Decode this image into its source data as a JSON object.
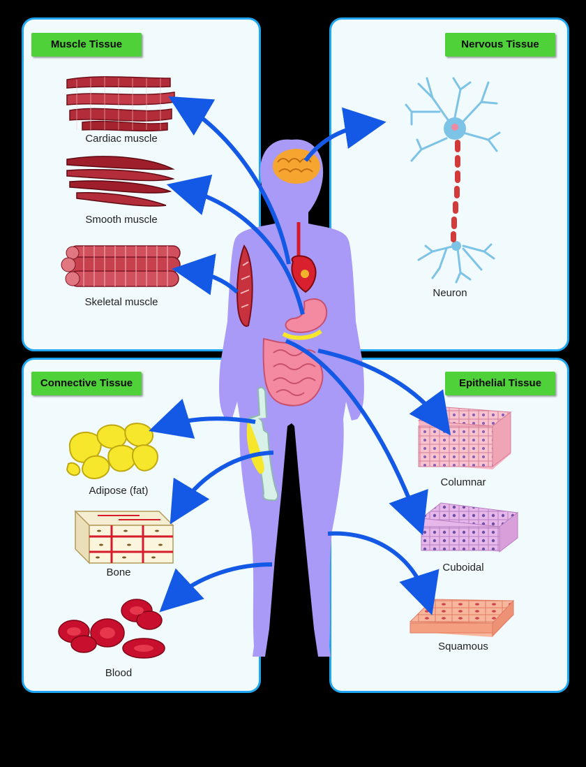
{
  "panels": {
    "muscle": {
      "title": "Muscle Tissue",
      "items": [
        "Cardiac muscle",
        "Smooth muscle",
        "Skeletal muscle"
      ]
    },
    "nervous": {
      "title": "Nervous Tissue",
      "items": [
        "Neuron"
      ]
    },
    "connective": {
      "title": "Connective Tissue",
      "items": [
        "Adipose (fat)",
        "Bone",
        "Blood"
      ]
    },
    "epithelial": {
      "title": "Epithelial Tissue",
      "items": [
        "Columnar",
        "Cuboidal",
        "Squamous"
      ]
    }
  },
  "colors": {
    "panel_fill": "#f1fafd",
    "panel_border": "#1fa6f0",
    "tag_green": "#4fd13a",
    "body_purple": "#a99af7",
    "arrow_blue": "#1459e6",
    "muscle_red": "#b22c3a",
    "neuron_blue": "#7dc3e6",
    "fat_yellow": "#f6e62c",
    "blood_red": "#c8102e",
    "epithelium_pink": "#f4b6c4"
  }
}
